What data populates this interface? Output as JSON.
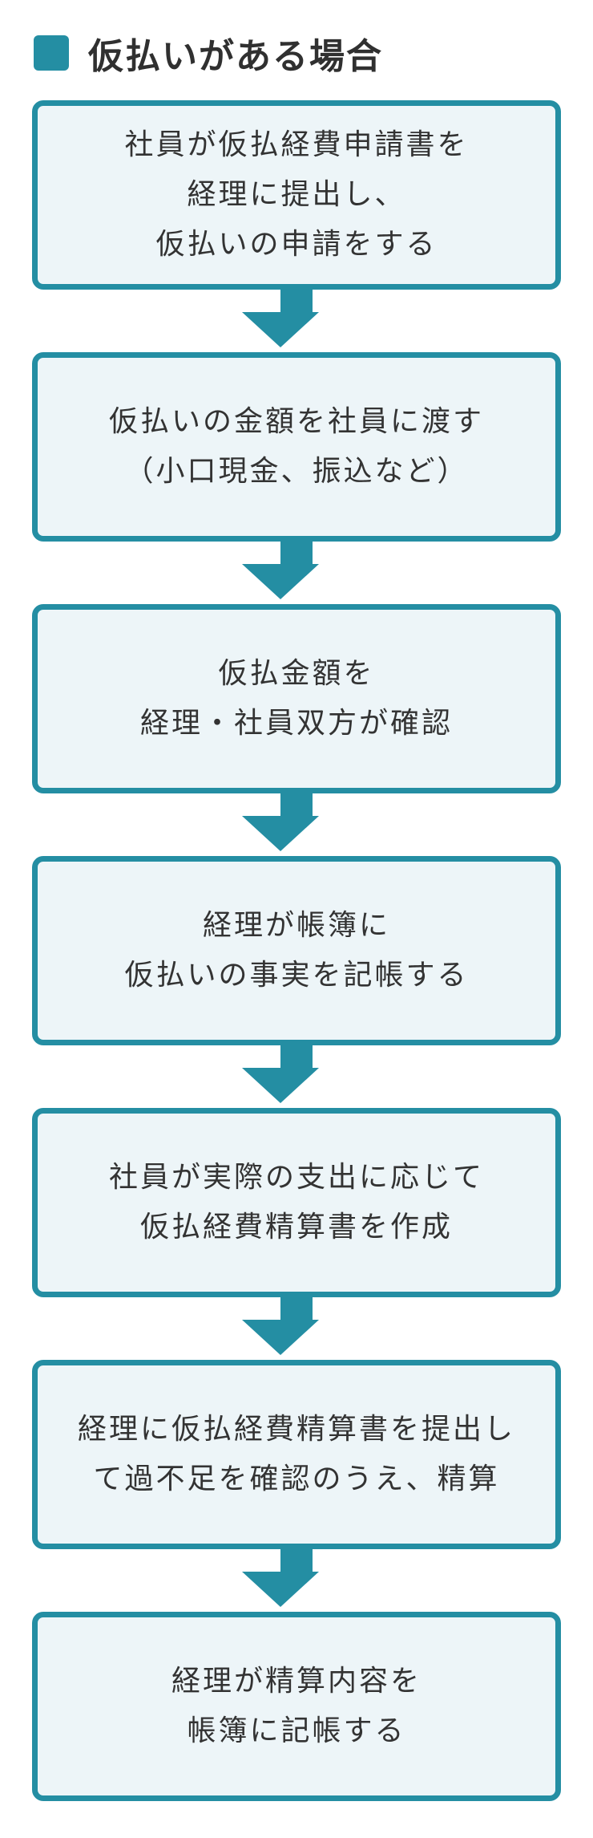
{
  "header": {
    "title": "仮払いがある場合",
    "accent_color": "#248ea3"
  },
  "steps": [
    {
      "lines": [
        "社員が仮払経費申請書を",
        "経理に提出し、",
        "仮払いの申請をする"
      ]
    },
    {
      "lines": [
        "仮払いの金額を社員に渡す",
        "（小口現金、振込など）"
      ]
    },
    {
      "lines": [
        "仮払金額を",
        "経理・社員双方が確認"
      ]
    },
    {
      "lines": [
        "経理が帳簿に",
        "仮払いの事実を記帳する"
      ]
    },
    {
      "lines": [
        "社員が実際の支出に応じて",
        "仮払経費精算書を作成"
      ]
    },
    {
      "lines": [
        "経理に仮払経費精算書を提出し",
        "て過不足を確認のうえ、精算"
      ]
    },
    {
      "lines": [
        "経理が精算内容を",
        "帳簿に記帳する"
      ]
    }
  ]
}
